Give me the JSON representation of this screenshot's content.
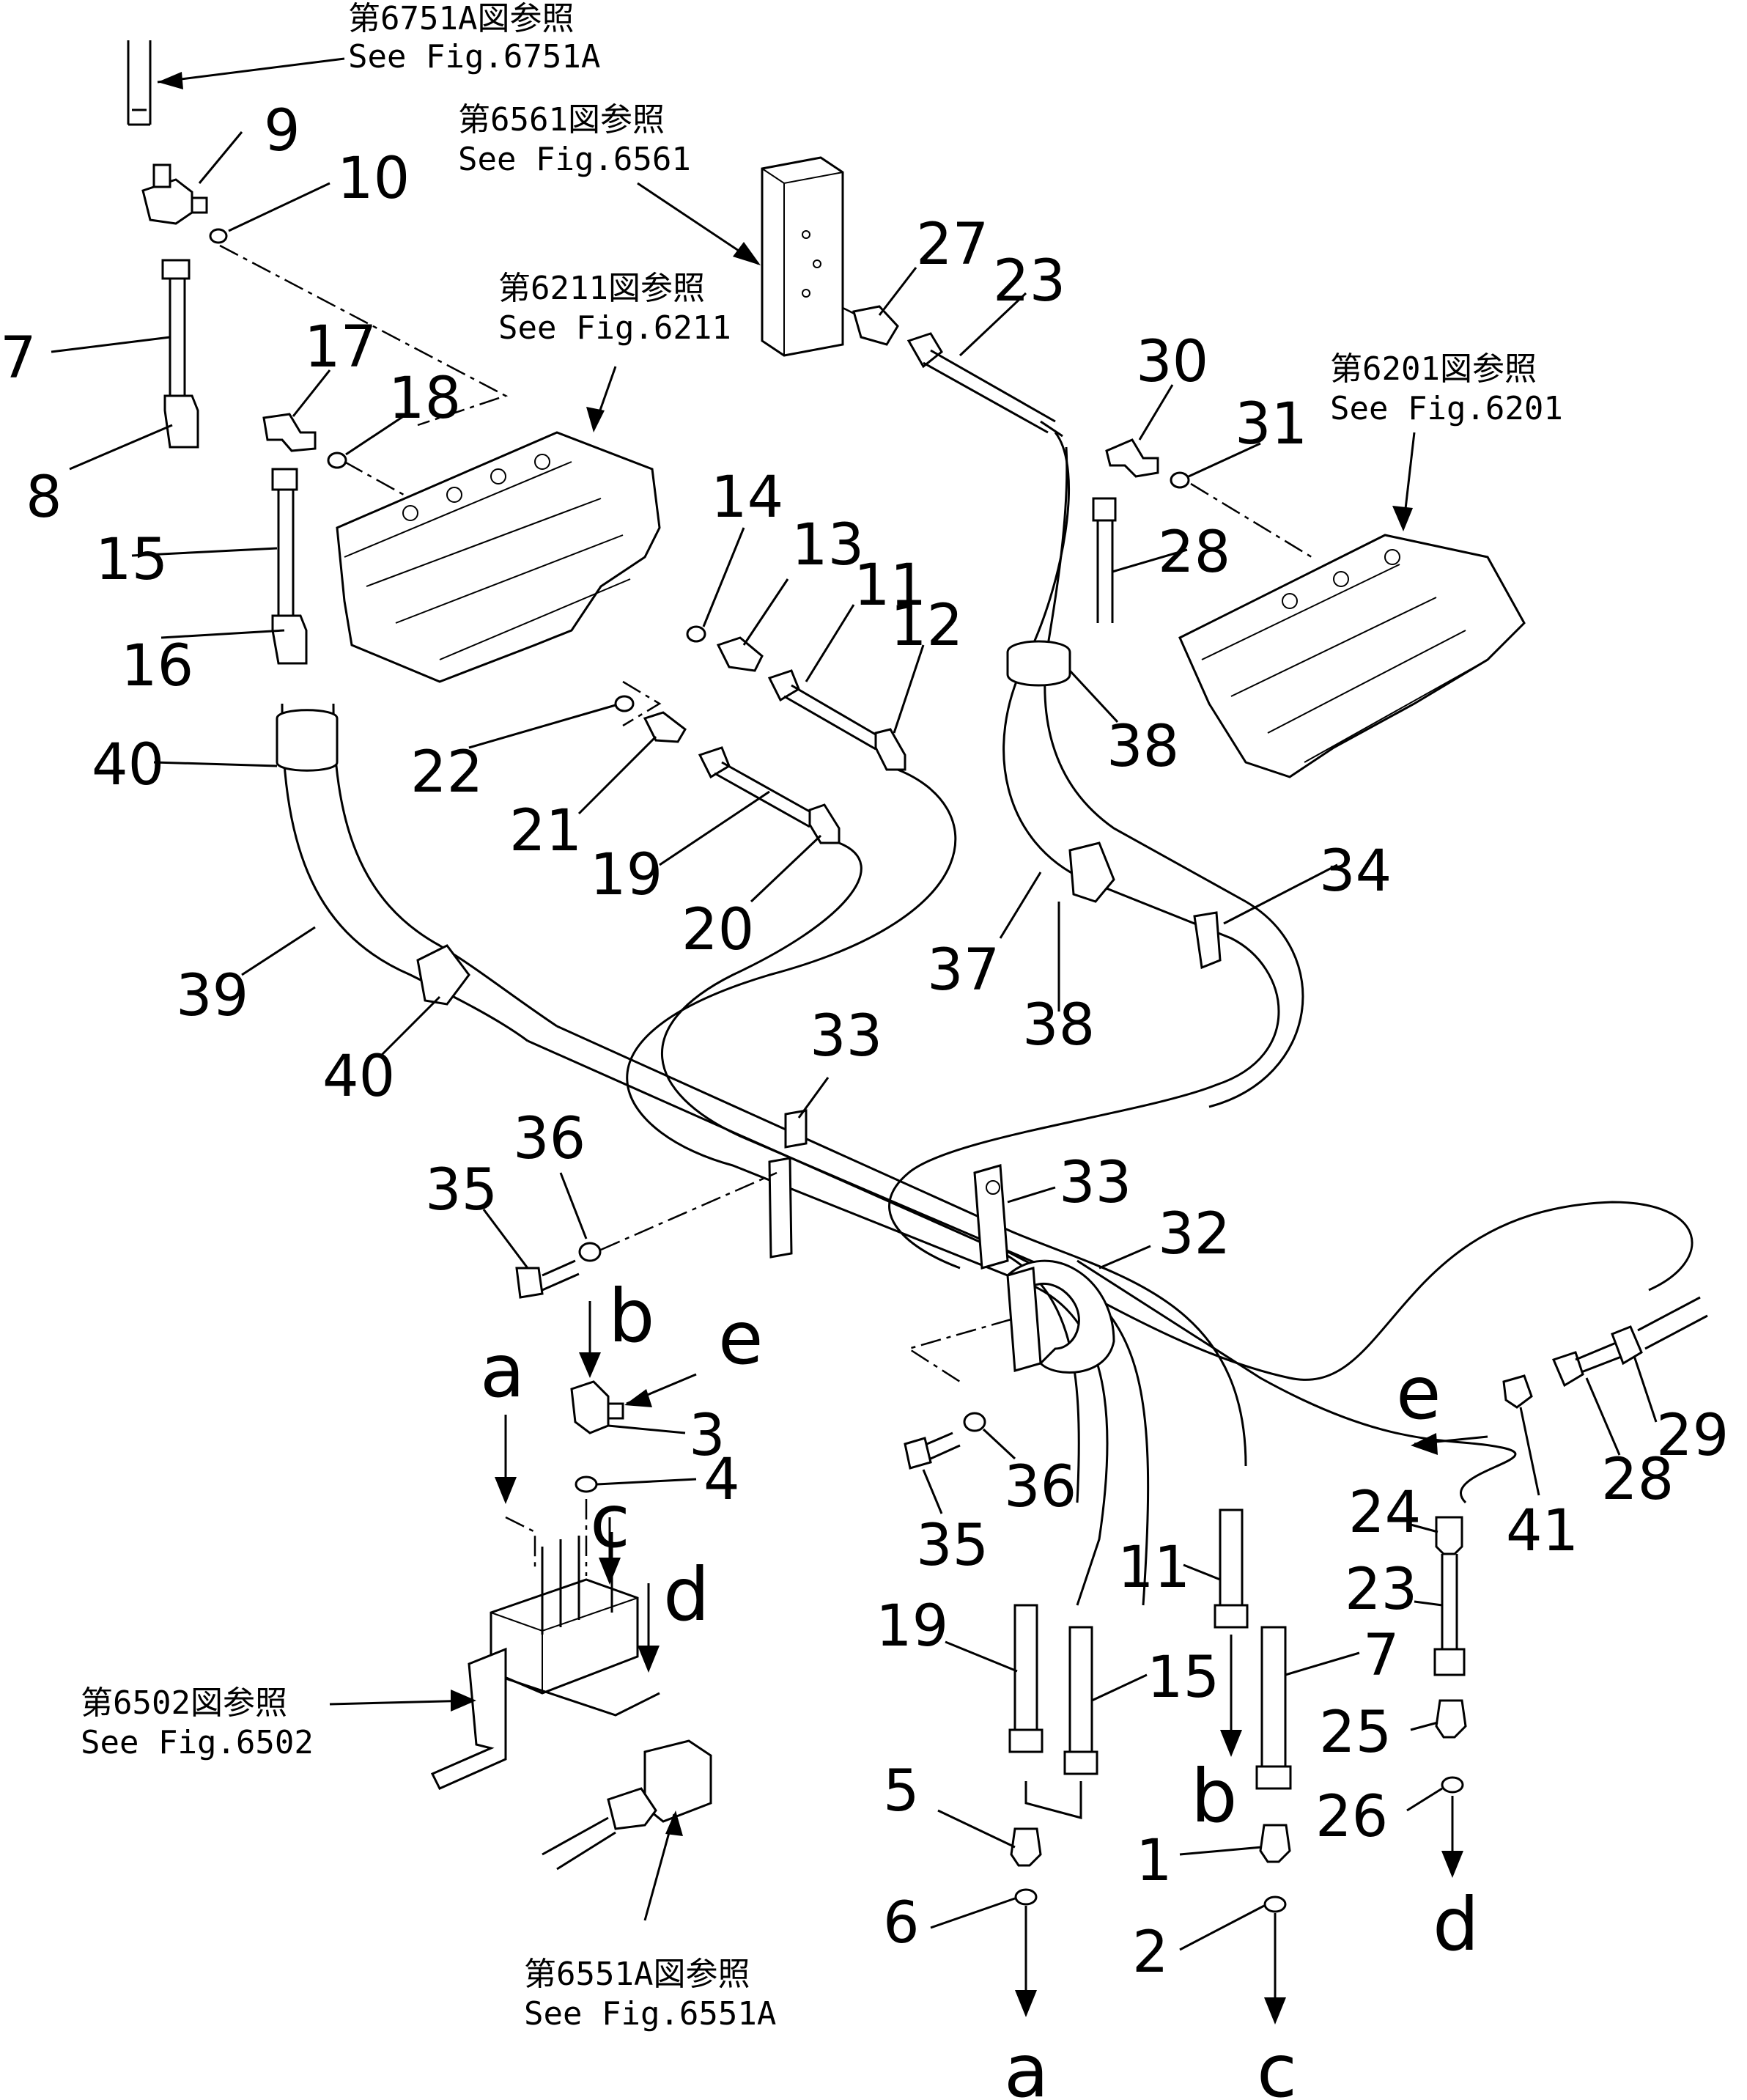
{
  "references": [
    {
      "id": "fig-6751a",
      "jp": "第6751A図参照",
      "en": "See Fig.6751A"
    },
    {
      "id": "fig-6561",
      "jp": "第6561図参照",
      "en": "See Fig.6561"
    },
    {
      "id": "fig-6211",
      "jp": "第6211図参照",
      "en": "See Fig.6211"
    },
    {
      "id": "fig-6201",
      "jp": "第6201図参照",
      "en": "See Fig.6201"
    },
    {
      "id": "fig-6502",
      "jp": "第6502図参照",
      "en": "See Fig.6502"
    },
    {
      "id": "fig-6551a",
      "jp": "第6551A図参照",
      "en": "See Fig.6551A"
    }
  ],
  "part_numbers": [
    "9",
    "10",
    "7",
    "8",
    "17",
    "18",
    "15",
    "16",
    "40",
    "39",
    "40",
    "14",
    "13",
    "11",
    "12",
    "22",
    "21",
    "19",
    "20",
    "27",
    "23",
    "30",
    "31",
    "28",
    "38",
    "37",
    "38",
    "34",
    "33",
    "33",
    "32",
    "36",
    "35",
    "36",
    "35",
    "3",
    "4",
    "41",
    "28",
    "29",
    "24",
    "23",
    "11",
    "19",
    "15",
    "7",
    "25",
    "26",
    "5",
    "6",
    "1",
    "2"
  ],
  "connection_letters": [
    "b",
    "e",
    "a",
    "c",
    "d",
    "e",
    "b",
    "d",
    "a",
    "c"
  ]
}
